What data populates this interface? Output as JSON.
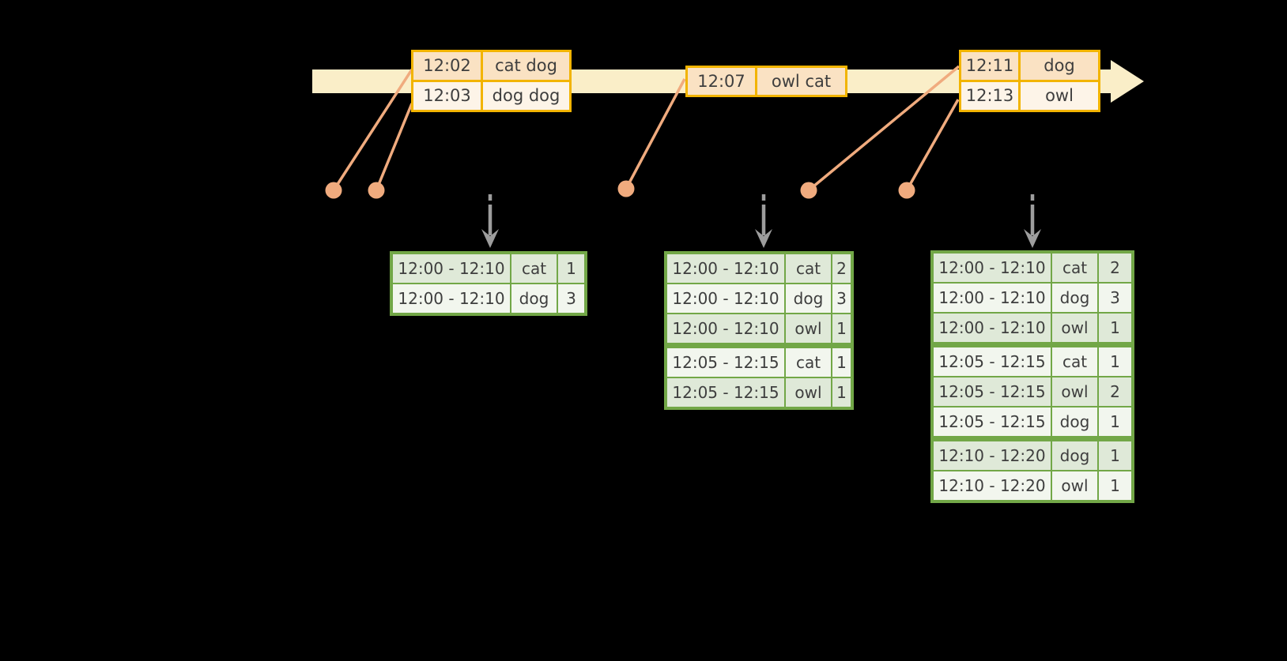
{
  "diagram": {
    "kind": "windowed-stream-aggregation-diagram",
    "colors": {
      "background": "#000000",
      "timeline_band": "#FAEEC8",
      "event_table_border": "#F2B400",
      "event_row_peach": "#FAE2C3",
      "event_row_cream": "#FDF4E8",
      "connector_salmon": "#F0AB7E",
      "trigger_arrow_gray": "#9D9D9D",
      "result_table_border": "#72A747",
      "result_row_dark": "#DFE9D8",
      "result_row_light": "#F2F6EE",
      "text": "#3e3e3e"
    }
  },
  "event_tables": [
    {
      "rows": [
        {
          "time": "12:02",
          "words": "cat dog"
        },
        {
          "time": "12:03",
          "words": "dog dog"
        }
      ]
    },
    {
      "rows": [
        {
          "time": "12:07",
          "words": "owl cat"
        }
      ]
    },
    {
      "rows": [
        {
          "time": "12:11",
          "words": "dog"
        },
        {
          "time": "12:13",
          "words": "owl"
        }
      ]
    }
  ],
  "result_tables": [
    {
      "rows": [
        {
          "window": "12:00 - 12:10",
          "word": "cat",
          "count": "1"
        },
        {
          "window": "12:00 - 12:10",
          "word": "dog",
          "count": "3"
        }
      ]
    },
    {
      "rows": [
        {
          "window": "12:00 - 12:10",
          "word": "cat",
          "count": "2"
        },
        {
          "window": "12:00 - 12:10",
          "word": "dog",
          "count": "3"
        },
        {
          "window": "12:00 - 12:10",
          "word": "owl",
          "count": "1"
        },
        {
          "window": "12:05 - 12:15",
          "word": "cat",
          "count": "1"
        },
        {
          "window": "12:05 - 12:15",
          "word": "owl",
          "count": "1"
        }
      ]
    },
    {
      "rows": [
        {
          "window": "12:00 - 12:10",
          "word": "cat",
          "count": "2"
        },
        {
          "window": "12:00 - 12:10",
          "word": "dog",
          "count": "3"
        },
        {
          "window": "12:00 - 12:10",
          "word": "owl",
          "count": "1"
        },
        {
          "window": "12:05 - 12:15",
          "word": "cat",
          "count": "1"
        },
        {
          "window": "12:05 - 12:15",
          "word": "owl",
          "count": "2"
        },
        {
          "window": "12:05 - 12:15",
          "word": "dog",
          "count": "1"
        },
        {
          "window": "12:10 - 12:20",
          "word": "dog",
          "count": "1"
        },
        {
          "window": "12:10 - 12:20",
          "word": "owl",
          "count": "1"
        }
      ]
    }
  ]
}
